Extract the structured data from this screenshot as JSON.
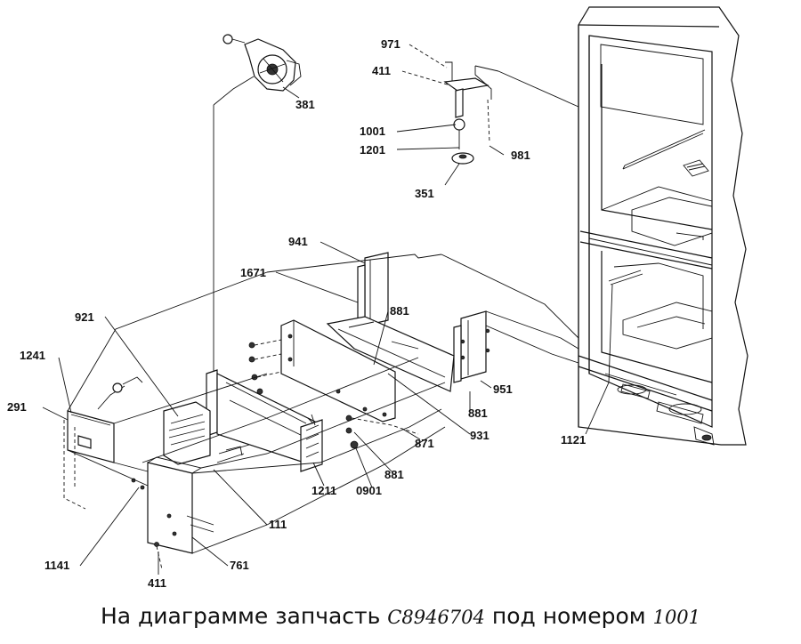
{
  "labels": {
    "p971": "971",
    "p411a": "411",
    "p381": "381",
    "p1001": "1001",
    "p1201": "1201",
    "p981": "981",
    "p351": "351",
    "p941": "941",
    "p1671": "1671",
    "p921": "921",
    "p881a": "881",
    "p1241": "1241",
    "p291": "291",
    "p951": "951",
    "p881b": "881",
    "p931": "931",
    "p871": "871",
    "p1121": "1121",
    "p881c": "881",
    "p1211": "1211",
    "p0901": "0901",
    "p111": "111",
    "p1141": "1141",
    "p761": "761",
    "p411b": "411"
  },
  "caption": {
    "prefix": "На диаграмме запчасть",
    "part_code": "C8946704",
    "middle": "под номером",
    "part_number": "1001"
  }
}
